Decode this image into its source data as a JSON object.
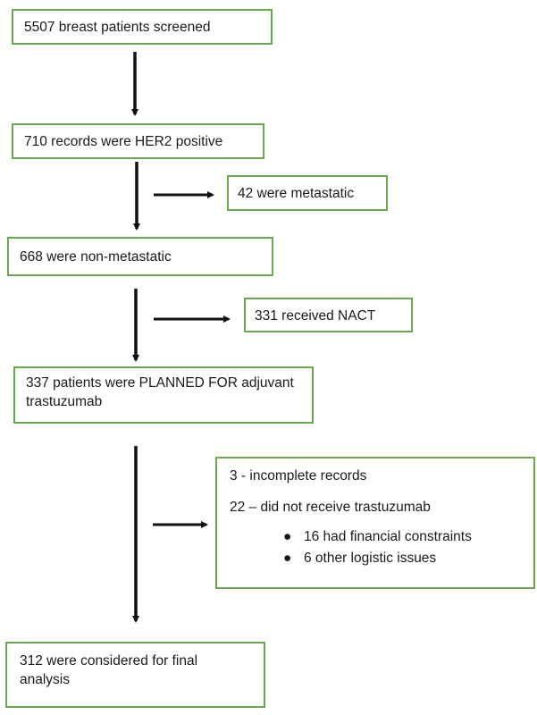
{
  "boxes": {
    "screened": "5507 breast patients screened",
    "her2_positive": "710 records were HER2 positive",
    "metastatic": "42 were metastatic",
    "non_metastatic": "668 were non-metastatic",
    "nact": "331 received NACT",
    "planned": "337 patients were PLANNED FOR adjuvant trastuzumab",
    "exclusions": {
      "incomplete": "3 - incomplete records",
      "no_trastuzumab": "22 – did not receive trastuzumab",
      "bullets": [
        "16 had financial constraints",
        "6 other logistic issues"
      ]
    },
    "final": "312 were considered for final analysis"
  },
  "colors": {
    "box_border": "#6aa84f",
    "arrow": "#111111"
  }
}
